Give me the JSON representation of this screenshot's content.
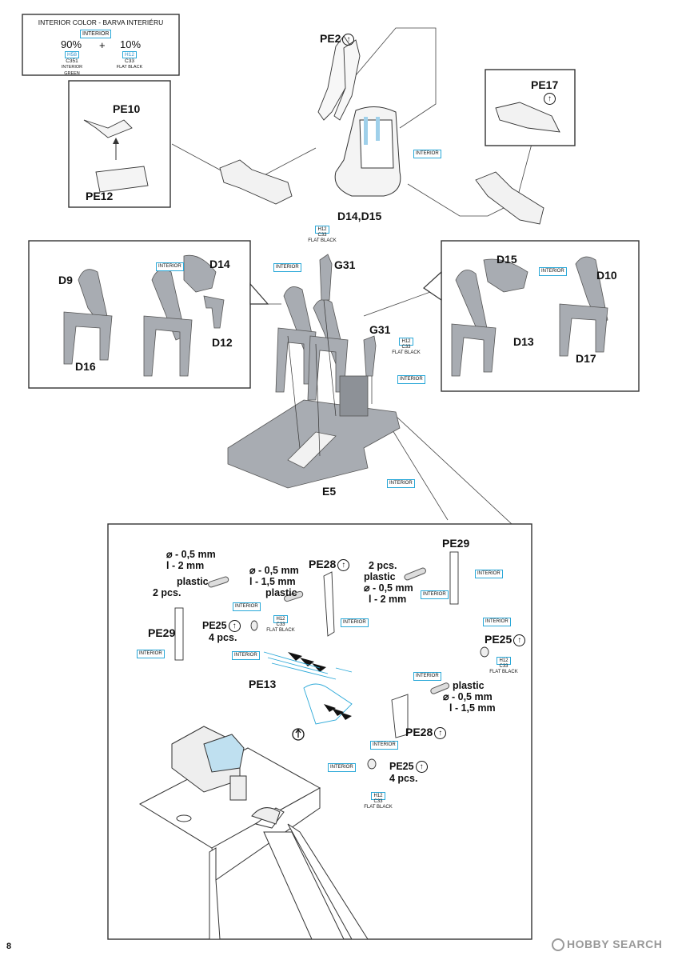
{
  "color_legend": {
    "title": "INTERIOR COLOR - BARVA INTERIÉRU",
    "name": "INTERIOR",
    "pct1": "90%",
    "plus": "+",
    "pct2": "10%",
    "c1_code": "H58",
    "c1_code2": "C351",
    "c1_name": "INTERIOR GREEN",
    "c2_code": "H12",
    "c2_code2": "C33",
    "c2_name": "FLAT BLACK"
  },
  "labels": {
    "pe2": "PE2",
    "pe10": "PE10",
    "pe12": "PE12",
    "pe17": "PE17",
    "d14d15": "D14,D15",
    "d9": "D9",
    "d14": "D14",
    "d16": "D16",
    "d12": "D12",
    "g31a": "G31",
    "g31b": "G31",
    "d15": "D15",
    "d10": "D10",
    "d13": "D13",
    "d17": "D17",
    "e5": "E5",
    "pe29a": "PE29",
    "pe29b": "PE29",
    "pe28a": "PE28",
    "pe28b": "PE28",
    "pe25a": "PE25",
    "pe25a_qty": "4 pcs.",
    "pe25b": "PE25",
    "pe25c": "PE25",
    "pe25c_qty": "4 pcs.",
    "pe13": "PE13",
    "rod1_dia": "⌀ - 0,5 mm",
    "rod1_len": "l - 2 mm",
    "rod1_mat": "plastic",
    "rod1_qty": "2 pcs.",
    "rod2_dia": "⌀ - 0,5 mm",
    "rod2_len": "l - 1,5 mm",
    "rod2_mat": "plastic",
    "rod3_qty": "2 pcs.",
    "rod3_mat": "plastic",
    "rod3_dia": "⌀ - 0,5 mm",
    "rod3_len": "l - 2 mm",
    "rod4_mat": "plastic",
    "rod4_dia": "⌀ - 0,5 mm",
    "rod4_len": "l - 1,5 mm"
  },
  "tags": {
    "interior": "INTERIOR",
    "h12": "H12",
    "c33": "C33",
    "flat_black": "FLAT BLACK"
  },
  "page_number": "8",
  "watermark": "HOBBY SEARCH"
}
